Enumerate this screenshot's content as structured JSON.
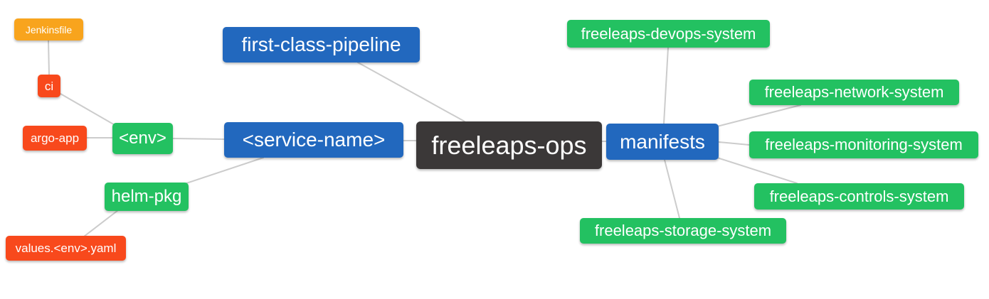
{
  "diagram": {
    "type": "mindmap",
    "root_label": "freeleaps-ops"
  },
  "palette": {
    "root_bg": "#3B3838",
    "branch_blue_bg": "#2268BE",
    "leaf_green_bg": "#23C161",
    "leaf_red_bg": "#F8491C",
    "leaf_orange_bg": "#F8A41D",
    "edge_color": "#CCCCCC",
    "text_color": "#FFFFFF",
    "background": "#FFFFFF"
  },
  "mindmap": {
    "nodes": {
      "root": {
        "label": "freeleaps-ops"
      },
      "first_class_pipeline": {
        "label": "first-class-pipeline"
      },
      "service_name": {
        "label": "<service-name>"
      },
      "manifests": {
        "label": "manifests"
      },
      "env": {
        "label": "<env>"
      },
      "helm_pkg": {
        "label": "helm-pkg"
      },
      "ci": {
        "label": "ci"
      },
      "argo_app": {
        "label": "argo-app"
      },
      "jenkinsfile": {
        "label": "Jenkinsfile"
      },
      "values_env_yaml": {
        "label": "values.<env>.yaml"
      },
      "devops_system": {
        "label": "freeleaps-devops-system"
      },
      "network_system": {
        "label": "freeleaps-network-system"
      },
      "monitoring_system": {
        "label": "freeleaps-monitoring-system"
      },
      "controls_system": {
        "label": "freeleaps-controls-system"
      },
      "storage_system": {
        "label": "freeleaps-storage-system"
      }
    },
    "edges": [
      {
        "from": "jenkinsfile",
        "to": "ci"
      },
      {
        "from": "ci",
        "to": "env"
      },
      {
        "from": "argo_app",
        "to": "env"
      },
      {
        "from": "env",
        "to": "service_name"
      },
      {
        "from": "helm_pkg",
        "to": "service_name"
      },
      {
        "from": "values_env_yaml",
        "to": "helm_pkg"
      },
      {
        "from": "first_class_pipeline",
        "to": "root"
      },
      {
        "from": "service_name",
        "to": "root"
      },
      {
        "from": "root",
        "to": "manifests"
      },
      {
        "from": "manifests",
        "to": "devops_system"
      },
      {
        "from": "manifests",
        "to": "network_system"
      },
      {
        "from": "manifests",
        "to": "monitoring_system"
      },
      {
        "from": "manifests",
        "to": "controls_system"
      },
      {
        "from": "manifests",
        "to": "storage_system"
      }
    ]
  }
}
